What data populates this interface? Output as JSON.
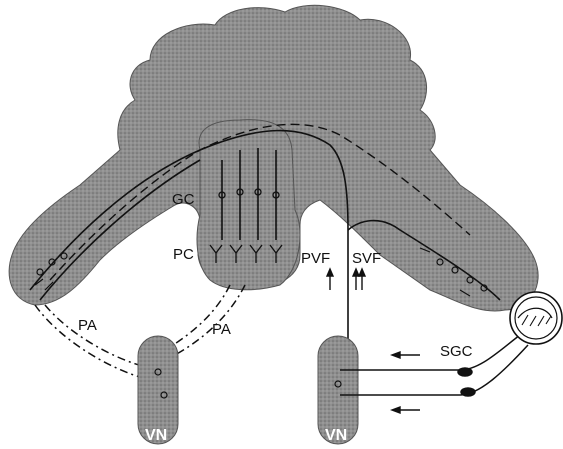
{
  "labels": {
    "gc": "GC",
    "pc": "PC",
    "pa_left": "PA",
    "pa_right": "PA",
    "pvf": "PVF",
    "svf": "SVF",
    "sgc": "SGC",
    "vn_left": "VN",
    "vn_right": "VN"
  },
  "colors": {
    "tissue": "#8a8a8a",
    "stroke": "#111111",
    "background": "#ffffff"
  }
}
